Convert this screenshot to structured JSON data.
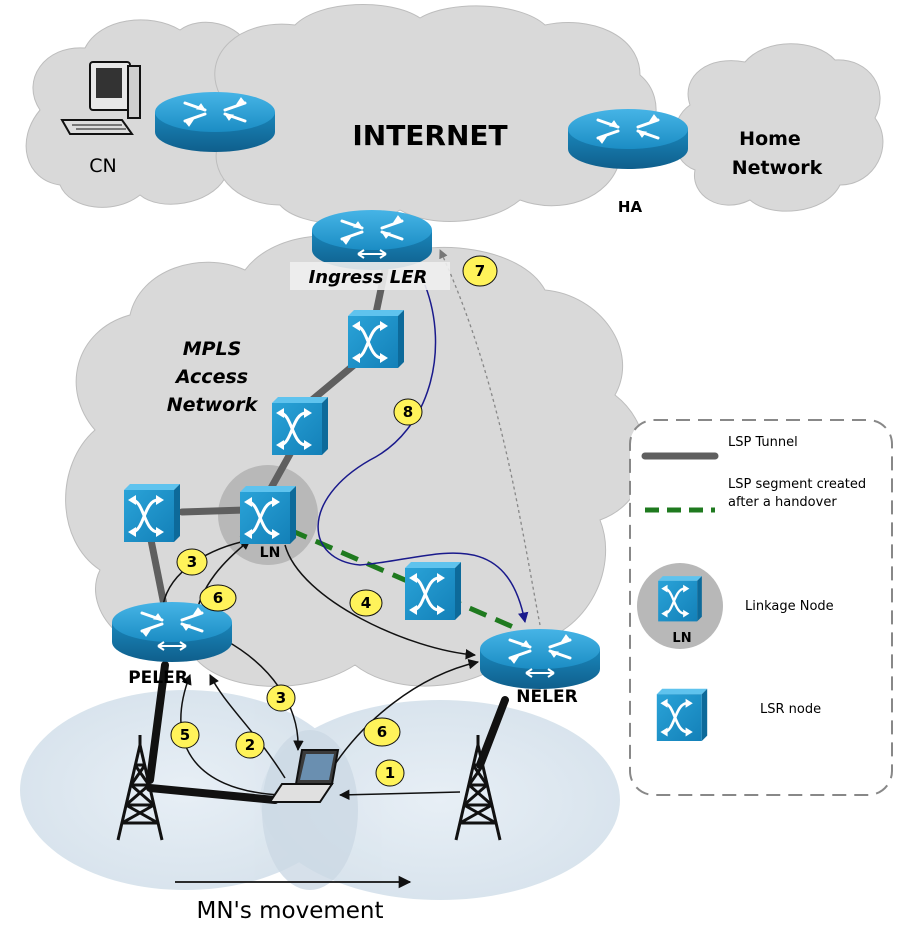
{
  "labels": {
    "internet": "INTERNET",
    "home_network_line1": "Home",
    "home_network_line2": "Network",
    "cn": "CN",
    "ha": "HA",
    "ingress_ler": "Ingress LER",
    "mpls_line1": "MPLS",
    "mpls_line2": "Access",
    "mpls_line3": "Network",
    "ln": "LN",
    "peler": "PELER",
    "neler": "NELER",
    "movement": "MN's movement"
  },
  "steps": [
    "1",
    "2",
    "3",
    "3",
    "4",
    "5",
    "6",
    "6",
    "7",
    "8"
  ],
  "legend": {
    "lsp_tunnel": "LSP Tunnel",
    "lsp_segment_line1": "LSP segment created",
    "lsp_segment_line2": "after a handover",
    "linkage_node": "Linkage Node",
    "linkage_node_badge": "LN",
    "lsr_node": "LSR node"
  },
  "colors": {
    "cloud": "#d9d9d9",
    "router_blue": "#1a8fc6",
    "step_yellow": "#fff35a",
    "lsp_tunnel": "#5f5f5f",
    "lsp_segment": "#1f7a1f",
    "handover_path": "#1a1a8c"
  },
  "icons": [
    "router-icon",
    "lsr-switch-icon",
    "computer-icon",
    "laptop-icon",
    "antenna-tower-icon"
  ]
}
